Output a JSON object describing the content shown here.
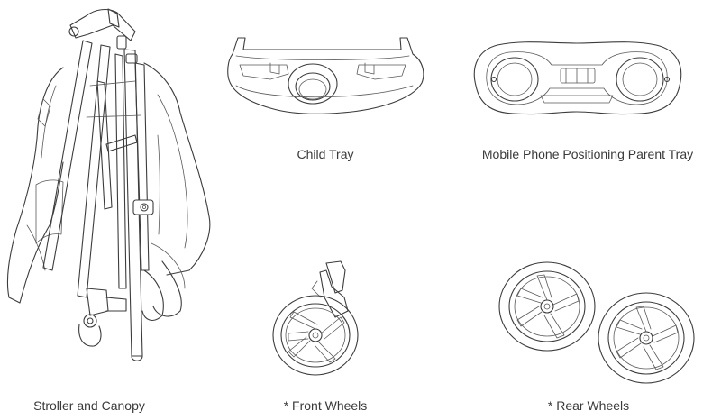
{
  "labels": {
    "stroller": "Stroller and Canopy",
    "child_tray": "Child Tray",
    "parent_tray": "Mobile Phone Positioning Parent Tray",
    "front_wheels": "* Front Wheels",
    "rear_wheels": "* Rear Wheels"
  },
  "icons": [
    "folded-stroller-icon",
    "child-tray-icon",
    "parent-tray-icon",
    "front-wheel-icon",
    "rear-wheel-icon"
  ]
}
